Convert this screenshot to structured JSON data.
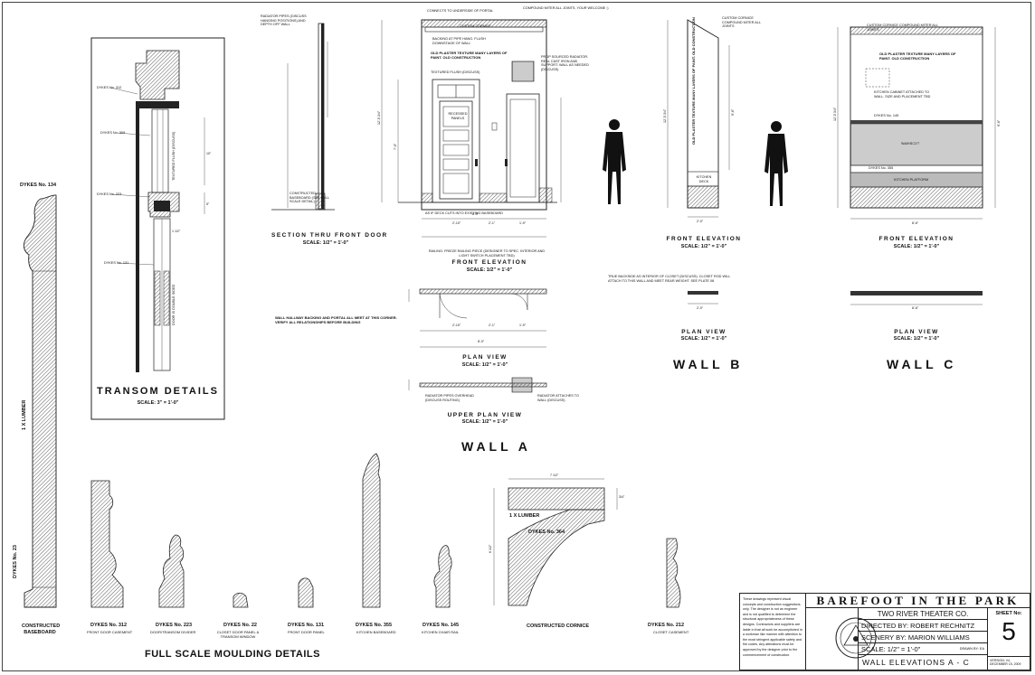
{
  "wall_a": {
    "heading": "WALL A",
    "notes": {
      "compound_miter": "COMPOUND MITER ALL JOINTS, YOUR WELCOME :)",
      "portal": "CONNECTS TO UNDERSIDE OF PORTAL",
      "custom_cornice": "CUSTOM CORNICE",
      "backing": "BACKING AT PIPE HANG. FLUSH DOWNSTAGE OF WALL",
      "plaster": "OLD PLASTER TEXTURE MANY LAYERS OF PAINT. OLD CONSTRUCTION",
      "radiator_prop": "PROP SOURCED RADIATOR. REAL CAST IRON AND SUPPORT. WALL AS NEEDED (DISCUSS)",
      "flush": "TEXTURED FLUSH (DISCUSS)",
      "recessed": "RECESSED PANELS",
      "radiator_pipes": "RADIATOR PIPES (DISCUSS HANGING POSITIONS) AND DEPTH OFF WALL",
      "baseboard": "CONSTRUCTED BASEBOARD (SEE FULL SCALE DETAIL)",
      "corner": "WALL HALLWAY BACKING AND PORTAL ALL MEET AT THIS CORNER. VERIFY ALL RELATIONSHIPS BEFORE BUILDING",
      "deck": "AS IF DECK CUTS INTO EXISTING BASEBOARD",
      "railing": "RAILING: FRIEZE RAILING PIECE (DESIGNER TO SPEC. INTERIOR AND LIGHT SWITCH PLACEMENT TBD)",
      "radiator_overhead": "RADIATOR PIPES OVERHEAD (DISCUSS ROUTING)",
      "radiator_attach": "RADIATOR ATTACHES TO WALL (DISCUSS)"
    },
    "views": {
      "section_title": "SECTION THRU FRONT DOOR",
      "section_scale": "SCALE: 1/2\" = 1'-0\"",
      "front_title": "FRONT ELEVATION",
      "front_scale": "SCALE: 1/2\" = 1'-0\"",
      "plan_title": "PLAN VIEW",
      "plan_scale": "SCALE: 1/2\" = 1'-0\"",
      "upper_title": "UPPER PLAN VIEW",
      "upper_scale": "SCALE: 1/2\" = 1'-0\""
    },
    "dims": {
      "height": "12'-5 3/4\"",
      "door": "7'-0\"",
      "width": "8'-0\"",
      "seg1": "2'-10\"",
      "seg2": "2'-1\"",
      "seg3": "1'-9\""
    }
  },
  "wall_b": {
    "heading": "WALL B",
    "notes": {
      "cornice": "CUSTOM CORNICE COMPOUND MITER ALL JOINTS",
      "plaster": "OLD PLASTER TEXTURE MANY LAYERS OF PAINT. OLD CONSTRUCTION",
      "kitchen": "KITCHEN DECK",
      "backside": "TRUE BACKSIDE AS INTERIOR OF CLOSET (DISCUSS). CLOSET ROD WILL ATTACH TO THIS WALL AND MEET REAR WEIGHT. SEE PLATE 08"
    },
    "views": {
      "front_title": "FRONT ELEVATION",
      "front_scale": "SCALE: 1/2\" = 1'-0\"",
      "plan_title": "PLAN VIEW",
      "plan_scale": "SCALE: 1/2\" = 1'-0\""
    },
    "dims": {
      "height": "12'-5 3/4\"",
      "upper": "9'-6\"",
      "width": "2'-0\"",
      "base": "2'-0\""
    }
  },
  "wall_c": {
    "heading": "WALL C",
    "notes": {
      "cornice": "CUSTOM CORNICE COMPOUND MITER ALL JOINTS",
      "plaster": "OLD PLASTER TEXTURE MANY LAYERS OF PAINT. OLD CONSTRUCTION",
      "cabinet": "KITCHEN CABINET ATTACHED TO WALL. SIZE AND PLACEMENT TBD",
      "dykes": "DYKES No. 145",
      "wainscot": "WAINSCOT",
      "dykes_base": "DYKES No. 355",
      "kitchen": "KITCHEN PLATFORM"
    },
    "views": {
      "front_title": "FRONT ELEVATION",
      "front_scale": "SCALE: 1/2\" = 1'-0\"",
      "plan_title": "PLAN VIEW",
      "plan_scale": "SCALE: 1/2\" = 1'-0\""
    },
    "dims": {
      "height": "12'-5 3/4\"",
      "upper": "9'-6\"",
      "width": "8'-6\"",
      "wainscot": "3'-6\""
    }
  },
  "transom": {
    "title": "TRANSOM DETAILS",
    "scale": "SCALE: 3\" = 1'-0\"",
    "labels": [
      "DYKES No. 312",
      "DYKES No. 309",
      "DYKES No. 223",
      "DYKES No. 131"
    ],
    "notes": [
      "TEXTURED FLUSH (DISCUSS)",
      "DOOR IS DOUBLE SIDED"
    ],
    "dims": [
      "10\"",
      "5\"",
      "1 1/2\""
    ]
  },
  "mouldings": {
    "title": "FULL SCALE MOULDING DETAILS",
    "tall_top": "DYKES No. 134",
    "tall_mid": "1 X LUMBER",
    "tall_bottom": "DYKES No. 23",
    "tall_caption": "CONSTRUCTED BASEBOARD",
    "items": [
      {
        "name": "DYKES No. 312",
        "sub": "FRONT DOOR CASEMENT"
      },
      {
        "name": "DYKES No. 223",
        "sub": "DOOR/TRANSOM DIVIDER"
      },
      {
        "name": "DYKES No. 22",
        "sub": "CLOSET DOOR PANEL & TRANSOM WINDOW"
      },
      {
        "name": "DYKES No. 131",
        "sub": "FRONT DOOR PANEL"
      },
      {
        "name": "DYKES No. 355",
        "sub": "KITCHEN BASEBOARD"
      },
      {
        "name": "DYKES No. 145",
        "sub": "KITCHEN CHAIR RAIL"
      },
      {
        "name": "DYKES No. 212",
        "sub": "CLOSET CASEMENT"
      }
    ],
    "cornice": {
      "caption": "CONSTRUCTED CORNICE",
      "lumber": "1 X LUMBER",
      "dykes": "DYKES No. 364",
      "dims": [
        "7 1/2\"",
        "3/4\"",
        "6 1/2\""
      ]
    }
  },
  "title_block": {
    "notes": "These drawings represent visual concepts and construction suggestions only. The designer is not an engineer and is not qualified to determine the structural appropriateness of these designs. Contractors and suppliers are liable in that all work be accomplished in a workman like manner with attention to the most stringent applicable safety and fire codes. Any alterations must be approved by the designer prior to the commencement of construction.",
    "show": "BAREFOOT IN THE PARK",
    "company": "TWO RIVER THEATER CO.",
    "directed_by": "DIRECTED BY: ROBERT RECHNITZ",
    "scenery_by": "SCENERY BY: MARION WILLIAMS",
    "scale": "SCALE: 1/2\" = 1'-0\"",
    "drawn_by": "DRAWN BY: EA",
    "sheet_label": "SHEET No:",
    "sheet_no": "5",
    "drawing": "WALL ELEVATIONS A - C",
    "version": "VERSION: V4, DECEMBER 15, 2009"
  }
}
